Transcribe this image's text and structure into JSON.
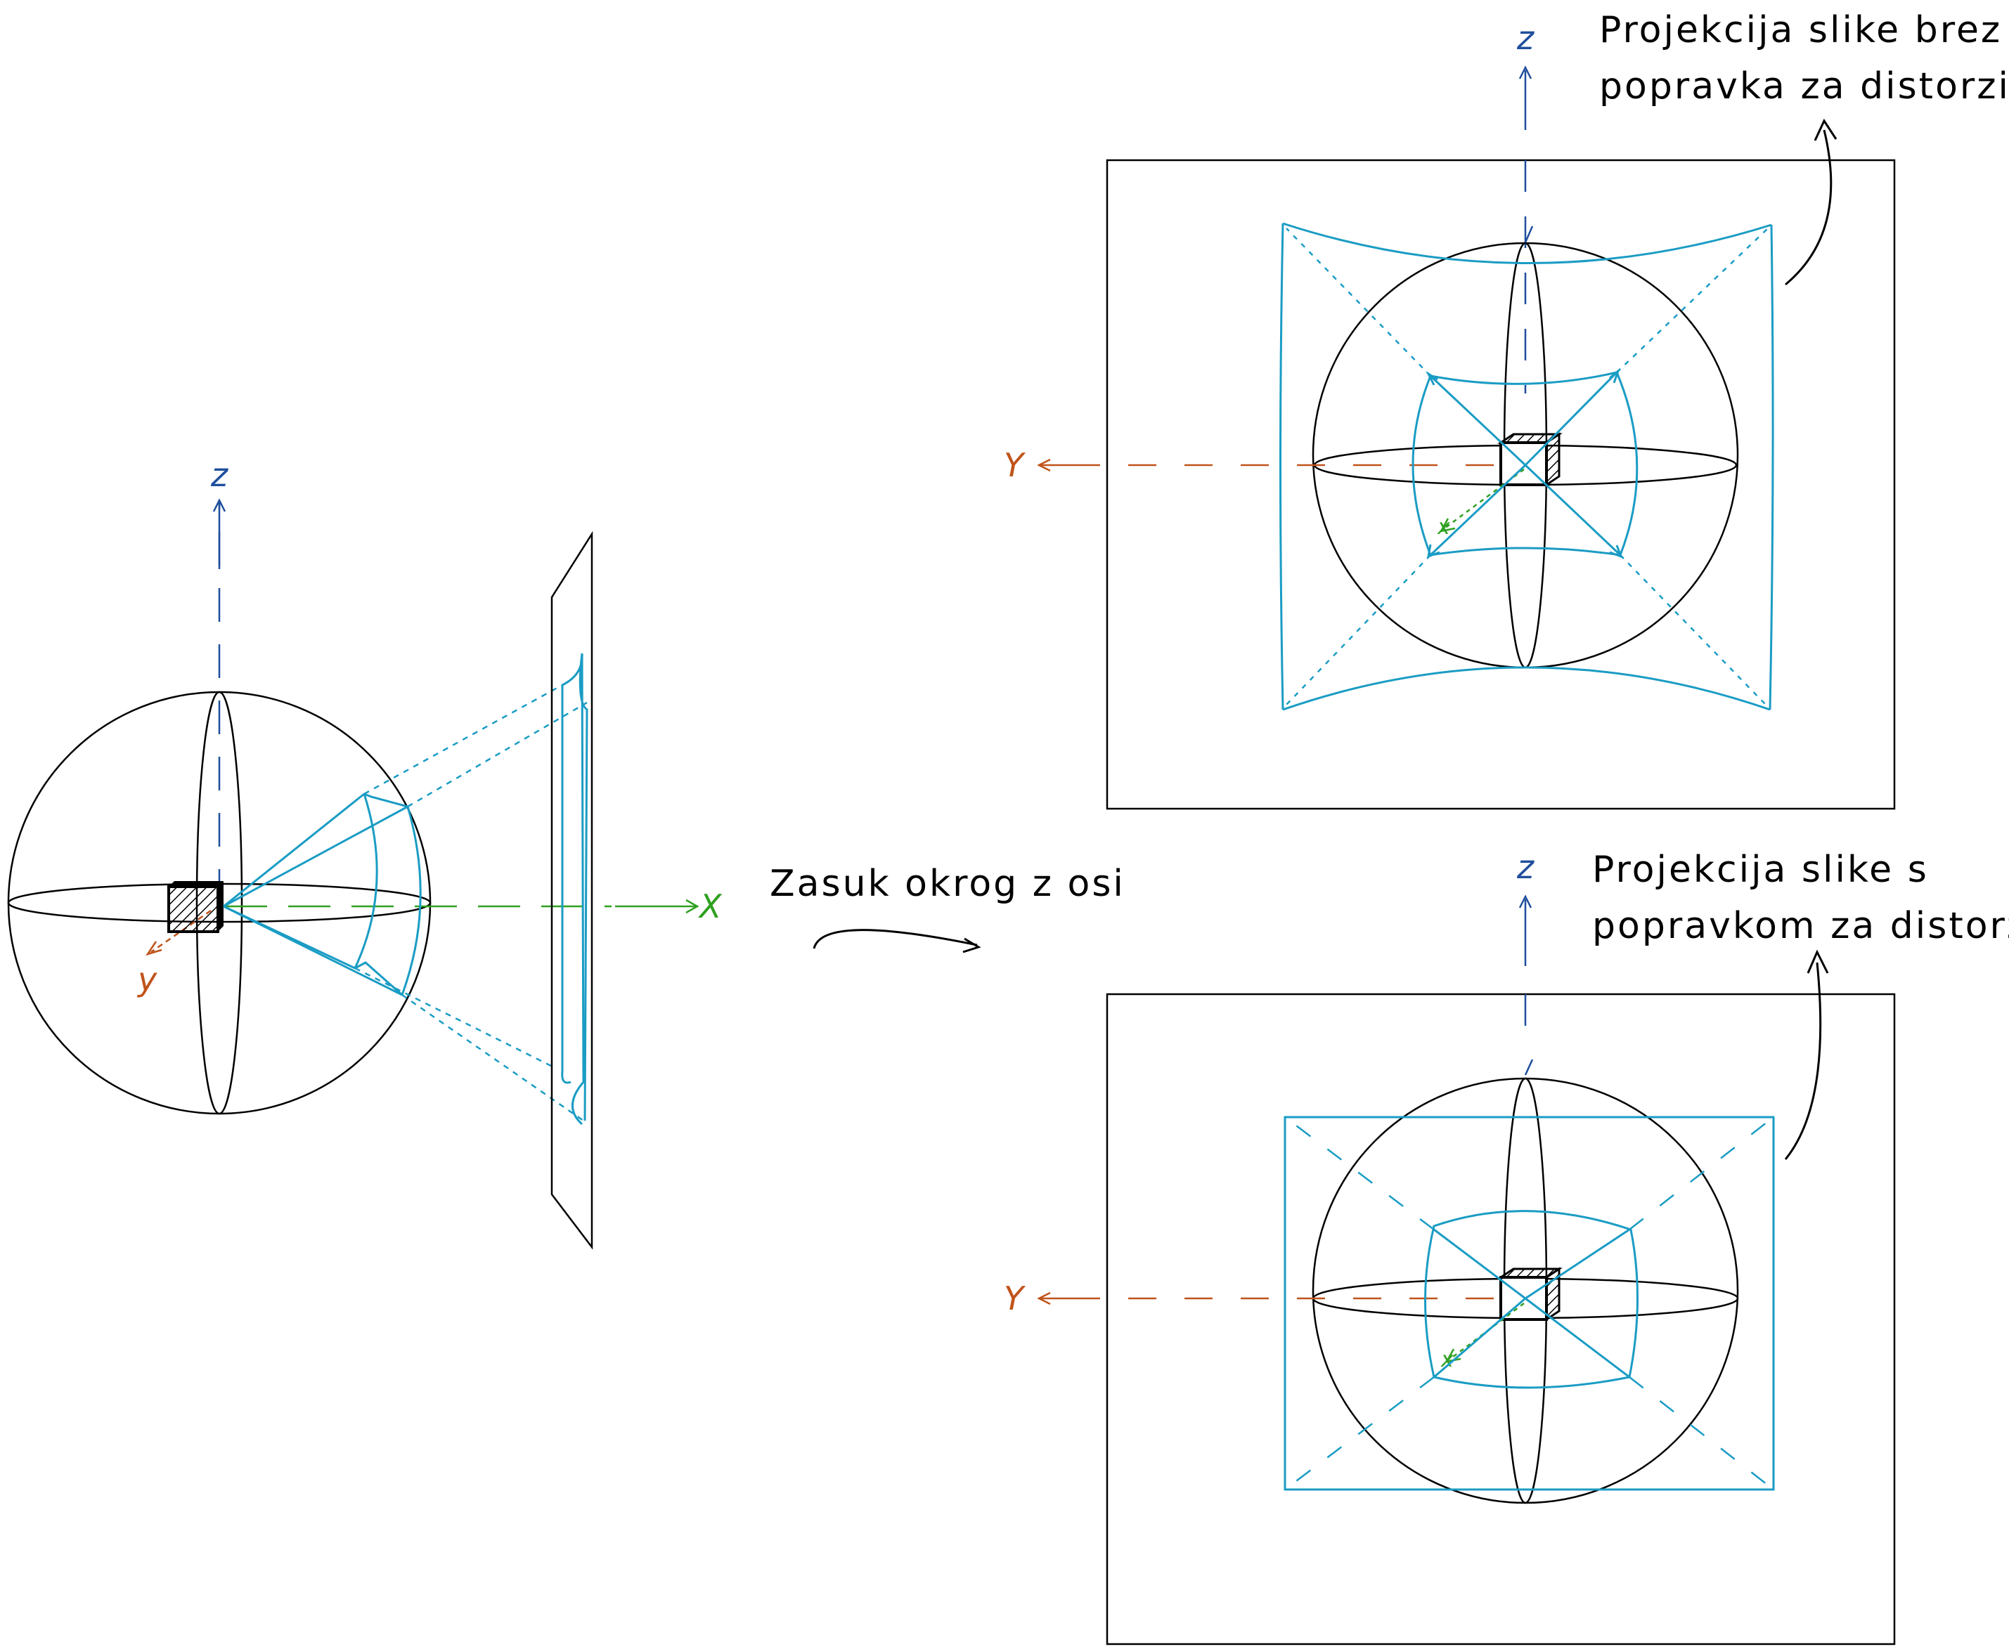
{
  "labels": {
    "left_z": "z",
    "left_x": "X",
    "left_y": "y",
    "rotation_note": "Zasuk okrog z osi",
    "top_z": "z",
    "top_y": "Y",
    "top_x": "x",
    "top_note_line1": "Projekcija slike brez",
    "top_note_line2": "popravka za distorzijo",
    "bottom_z": "z",
    "bottom_y": "Y",
    "bottom_x": "x",
    "bottom_note_line1": "Projekcija slike s",
    "bottom_note_line2": "popravkom za distorzijo"
  },
  "colors": {
    "projection": "#1a9cc4",
    "z_axis": "#1f4e9c",
    "y_axis": "#c0531a",
    "x_axis": "#2fa020",
    "outline": "#000000"
  }
}
